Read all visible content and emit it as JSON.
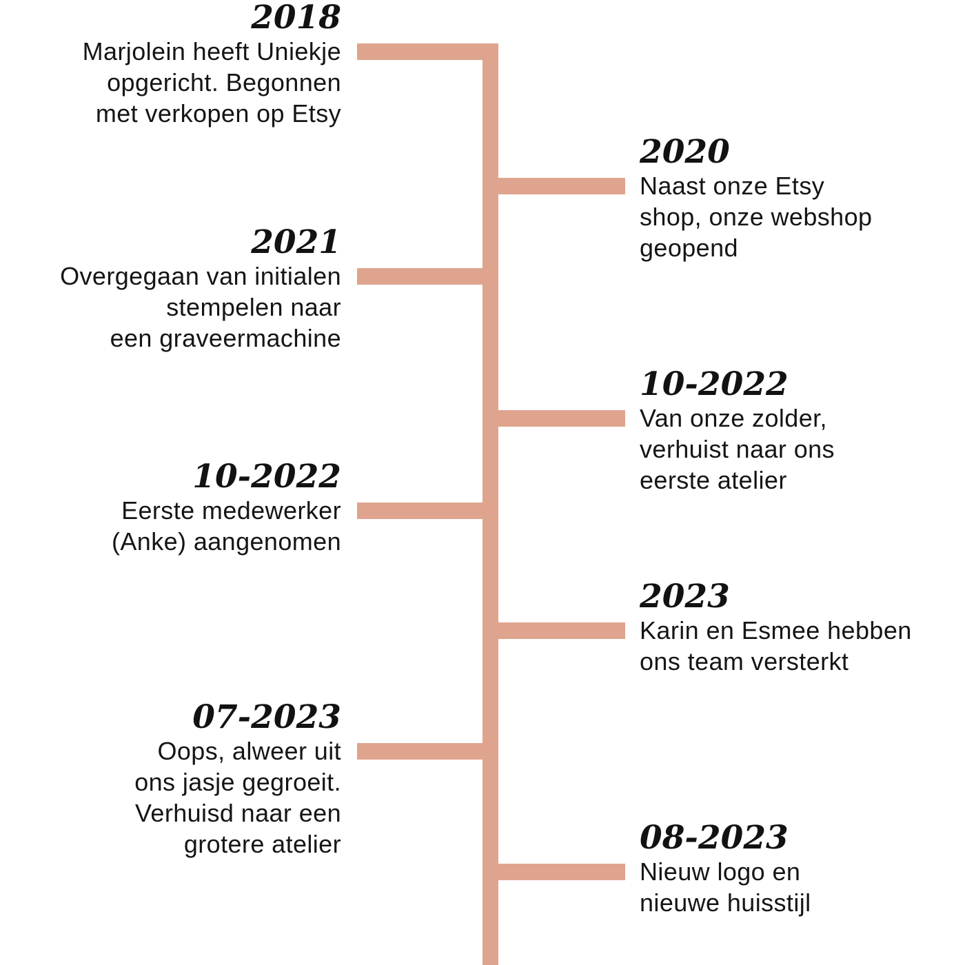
{
  "timeline": {
    "accent_color": "#dfa48e",
    "text_color": "#151515",
    "events": [
      {
        "year": "2018",
        "side": "left",
        "lines": [
          "Marjolein heeft Uniekje",
          "opgericht. Begonnen",
          "met verkopen op Etsy"
        ]
      },
      {
        "year": "2020",
        "side": "right",
        "lines": [
          "Naast onze Etsy",
          "shop, onze webshop",
          "geopend"
        ]
      },
      {
        "year": "2021",
        "side": "left",
        "lines": [
          "Overgegaan van initialen",
          "stempelen naar",
          "een graveermachine"
        ]
      },
      {
        "year": "10-2022",
        "side": "right",
        "lines": [
          "Van onze zolder,",
          "verhuist naar ons",
          "eerste atelier"
        ]
      },
      {
        "year": "10-2022",
        "side": "left",
        "lines": [
          "Eerste medewerker",
          "(Anke) aangenomen"
        ]
      },
      {
        "year": "2023",
        "side": "right",
        "lines": [
          "Karin en Esmee hebben",
          "ons team versterkt"
        ]
      },
      {
        "year": "07-2023",
        "side": "left",
        "lines": [
          "Oops, alweer uit",
          "ons jasje gegroeit.",
          "Verhuisd naar een",
          "grotere atelier"
        ]
      },
      {
        "year": "08-2023",
        "side": "right",
        "lines": [
          "Nieuw logo en",
          "nieuwe huisstijl"
        ]
      }
    ]
  }
}
